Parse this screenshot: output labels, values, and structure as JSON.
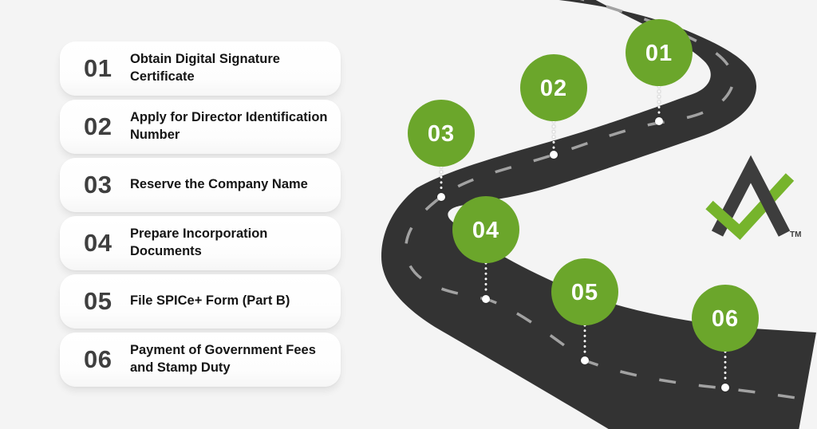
{
  "page": {
    "background": "#f4f4f4"
  },
  "steps": [
    {
      "number": "01",
      "title": "Obtain Digital Signature Certificate"
    },
    {
      "number": "02",
      "title": "Apply for Director Identification Number"
    },
    {
      "number": "03",
      "title": "Reserve the Company Name"
    },
    {
      "number": "04",
      "title": "Prepare Incorporation Documents"
    },
    {
      "number": "05",
      "title": "File SPICe+ Form (Part B)"
    },
    {
      "number": "06",
      "title": "Payment of Government Fees and Stamp Duty"
    }
  ],
  "road": {
    "color": "#333333",
    "center_dash_color": "#a2a2a2",
    "marker_color": "#6ba62b",
    "marker_text_color": "#ffffff",
    "marker_labels": [
      "01",
      "02",
      "03",
      "04",
      "05",
      "06"
    ]
  },
  "logo": {
    "tm_label": "TM",
    "letter_color": "#3d3d3d",
    "check_color": "#76b42c"
  }
}
